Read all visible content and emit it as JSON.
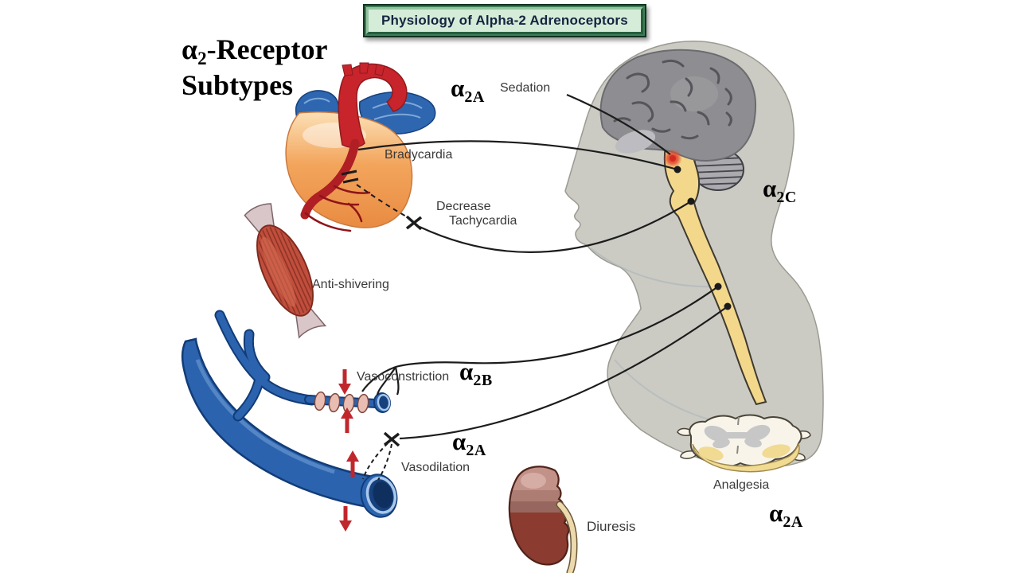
{
  "title_box": {
    "label": "Physiology of Alpha-2 Adrenoceptors"
  },
  "heading": {
    "alpha": "α",
    "subscript": "2",
    "suffix": "-Receptor",
    "line2": "Subtypes"
  },
  "receptor_labels": {
    "sedation": {
      "alpha": "α",
      "subscript": "2A"
    },
    "cns": {
      "alpha": "α",
      "subscript": "2C"
    },
    "vasoconstriction": {
      "alpha": "α",
      "subscript": "2B"
    },
    "vasodilation": {
      "alpha": "α",
      "subscript": "2A"
    },
    "analgesia": {
      "alpha": "α",
      "subscript": "2A"
    }
  },
  "effect_labels": {
    "sedation": "Sedation",
    "bradycardia": "Bradycardia",
    "decrease_tachycardia": {
      "line1": "Decrease",
      "line2": "Tachycardia"
    },
    "anti_shivering": "Anti-shivering",
    "vasoconstriction": "Vasoconstriction",
    "vasodilation": "Vasodilation",
    "diuresis": "Diuresis",
    "analgesia": "Analgesia"
  },
  "illustrations": [
    "head-silhouette",
    "brain",
    "cerebellum",
    "brainstem-spinal-cord",
    "heart",
    "skeletal-muscle",
    "blood-vessels",
    "kidney",
    "spinal-cord-cross-section"
  ],
  "colors": {
    "title_bg_green": "#d5ecd9",
    "title_frame_green": "#275e3e",
    "heart_orange": "#f3a55c",
    "aorta_red": "#c8242b",
    "vein_blue": "#2b63ae",
    "arrow_red": "#c0272d",
    "muscle_red": "#c14e3c",
    "spinal_cord_yellow": "#f3d88c",
    "silhouette_gray": "#cbcbc4",
    "brain_gray": "#8e8e92",
    "kidney_brown": "#8b3b2f"
  }
}
